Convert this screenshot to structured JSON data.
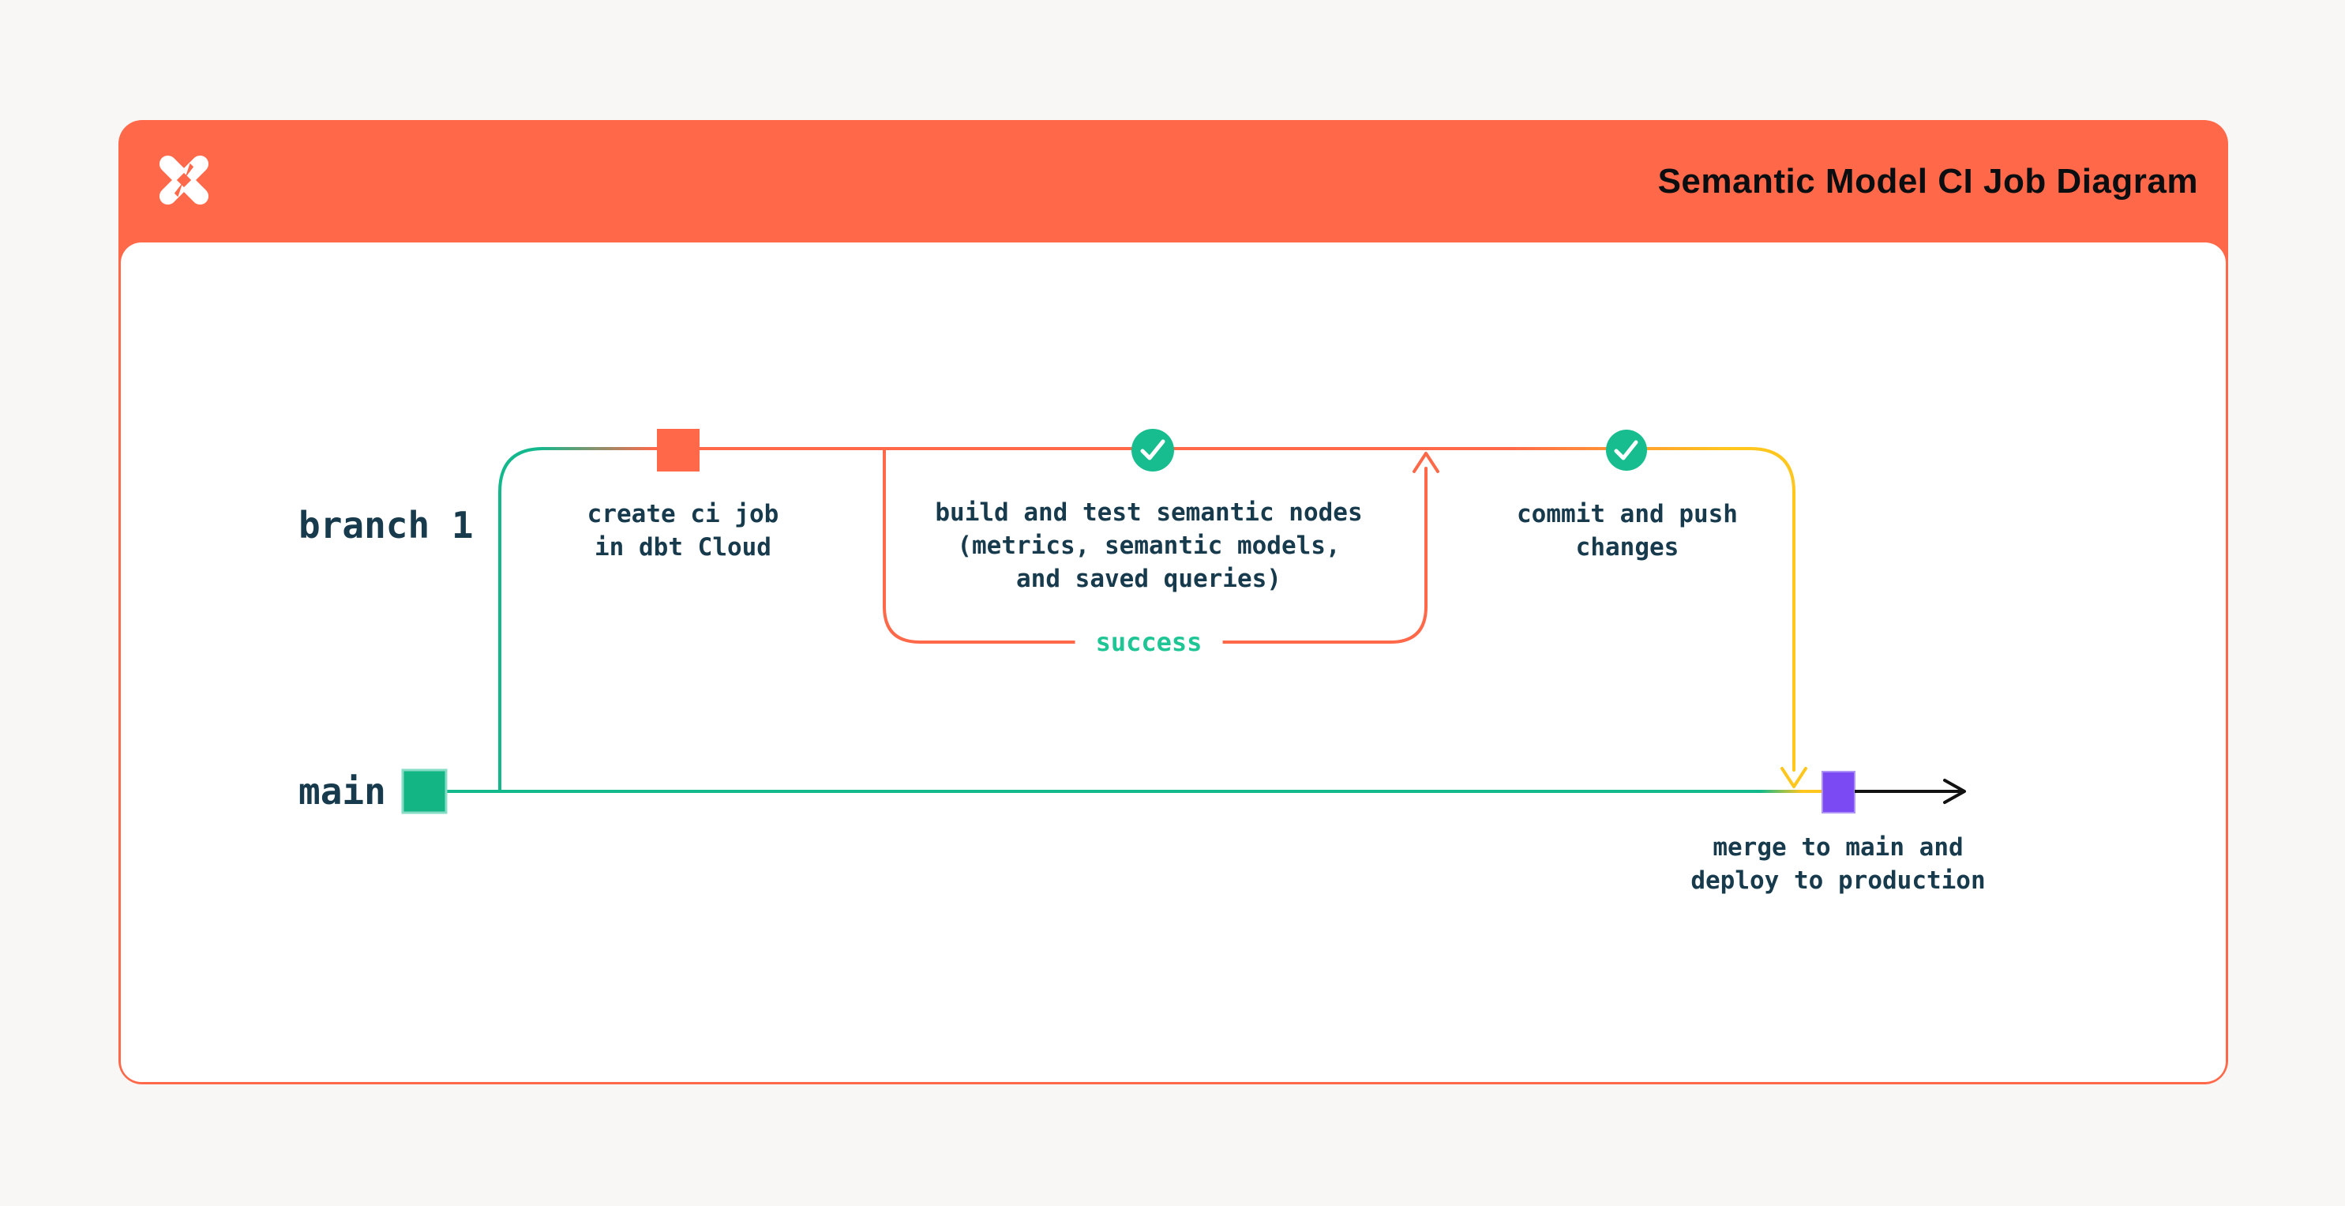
{
  "window": {
    "background_color": "#F8F7F5"
  },
  "card": {
    "accent_color": "#FF694A",
    "header": {
      "logo_icon": "dbt-logo",
      "title": "Semantic Model CI Job Diagram",
      "title_color": "#0B0E11"
    }
  },
  "diagram": {
    "branches": [
      {
        "id": "branch-1",
        "label": "branch 1"
      },
      {
        "id": "main",
        "label": "main"
      }
    ],
    "nodes": [
      {
        "id": "create-ci-job",
        "marker": "orange-commit-square",
        "label": "create ci job\nin dbt Cloud"
      },
      {
        "id": "build-and-test",
        "marker": "check-circle-icon",
        "label": "build and test semantic nodes\n(metrics, semantic models,\nand saved queries)"
      },
      {
        "id": "commit-and-push",
        "marker": "check-circle-icon",
        "label": "commit and push\nchanges"
      },
      {
        "id": "merge-and-deploy",
        "marker": "purple-merge-square",
        "label": "merge to main and\ndeploy to production"
      }
    ],
    "loop_label": "success",
    "colors": {
      "branch_green": "#14B88D",
      "main_green": "#12B583",
      "orange": "#FF694A",
      "yellow": "#FFC61D",
      "purple": "#7B4AF2",
      "check_circle_green": "#17BD8F",
      "success_text_green": "#20C596",
      "label_text": "#173B4D",
      "merge_arrow_black": "#121212"
    }
  }
}
